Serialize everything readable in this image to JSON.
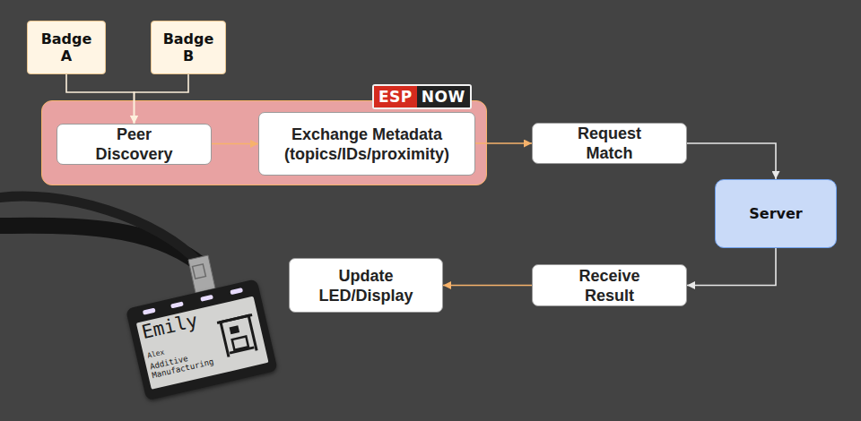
{
  "diagram": {
    "nodes": [
      {
        "text": [
          "Badge A"
        ]
      },
      {
        "text": [
          "Badge B"
        ]
      },
      {
        "text": [
          "ESP",
          "NOW"
        ]
      },
      {
        "text": [
          "Peer Discovery"
        ],
        "in": 2
      },
      {
        "text": [
          "Exchange Metadata (topics/IDs/proximity)"
        ],
        "in": 2
      },
      {
        "text": [
          "Request Match"
        ]
      },
      {
        "text": [
          "Server"
        ]
      },
      {
        "text": [
          "Receive Result"
        ]
      },
      {
        "text": [
          "Update LED/Display"
        ]
      }
    ],
    "edges": [
      {
        "from": 0,
        "to": 3,
        "arrow": "to"
      },
      {
        "from": 1,
        "to": 3,
        "arrow": "to"
      },
      {
        "from": 3,
        "to": 4,
        "arrow": "to"
      },
      {
        "from": 4,
        "to": 5,
        "arrow": "to"
      },
      {
        "from": 5,
        "to": 6,
        "arrow": "to"
      },
      {
        "from": 6,
        "to": 7,
        "arrow": "to"
      },
      {
        "from": 7,
        "to": 8,
        "arrow": "to"
      }
    ],
    "labels": [
      "Emily",
      "Alex",
      "Additive Manufacturing"
    ]
  }
}
